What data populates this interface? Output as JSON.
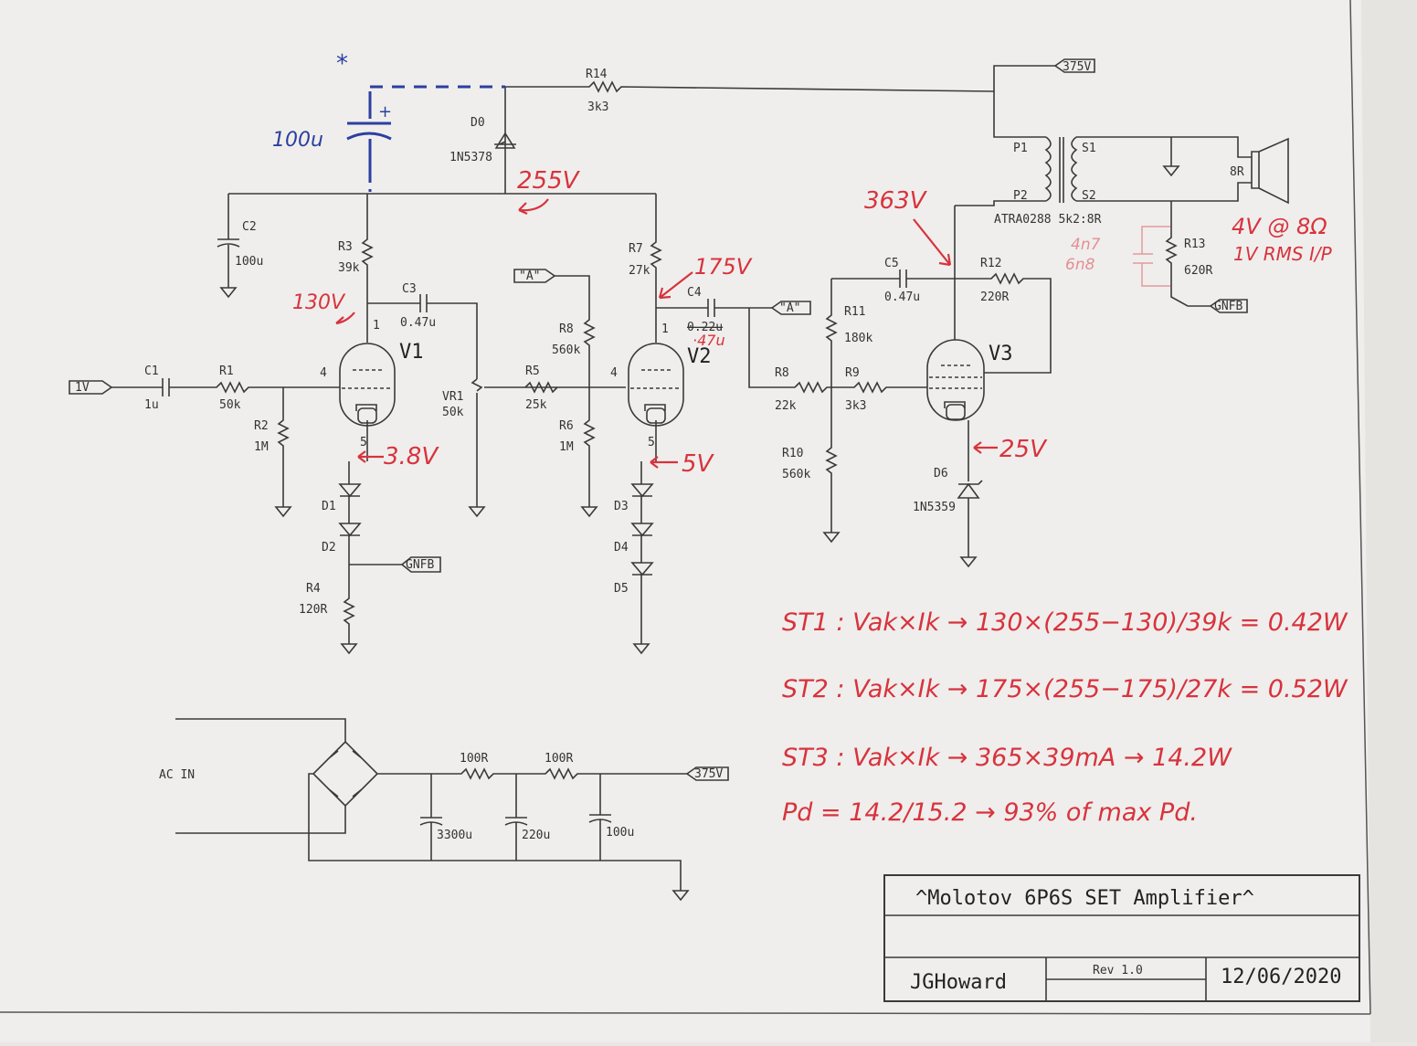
{
  "labels": {
    "r14": "R14",
    "r14v": "3k3",
    "d0": "D0",
    "d0v": "1N5378",
    "c2": "C2",
    "c2v": "100u",
    "r3": "R3",
    "r3v": "39k",
    "c3": "C3",
    "c3v": "0.47u",
    "v1": "V1",
    "v2": "V2",
    "v3": "V3",
    "c1": "C1",
    "c1v": "1u",
    "r1": "R1",
    "r1v": "50k",
    "r2": "R2",
    "r2v": "1M",
    "vr1": "VR1",
    "vr1v": "50k",
    "r5": "R5",
    "r5v": "25k",
    "r6": "R6",
    "r6v": "1M",
    "r8": "R8",
    "r8v": "560k",
    "r7": "R7",
    "r7v": "27k",
    "c4": "C4",
    "c4v": "0.22u",
    "c5": "C5",
    "c5v": "0.47u",
    "r11": "R11",
    "r11v": "180k",
    "r12": "R12",
    "r12v": "220R",
    "r8b": "R8",
    "r8bv": "22k",
    "r9": "R9",
    "r9v": "3k3",
    "r10": "R10",
    "r10v": "560k",
    "d6": "D6",
    "d6v": "1N5359",
    "r13": "R13",
    "r13v": "620R",
    "p1": "P1",
    "p2": "P2",
    "s1": "S1",
    "s2": "S2",
    "xfmr": "ATRA0288 5k2:8R",
    "spk": "8R",
    "d1": "D1",
    "d2": "D2",
    "d3": "D3",
    "d4": "D4",
    "d5": "D5",
    "r4": "R4",
    "r4v": "120R",
    "pin1": "1",
    "pin4": "4",
    "pin5": "5",
    "acin": "AC IN",
    "r100a": "100R",
    "r100b": "100R",
    "c3300": "3300u",
    "c220": "220u",
    "c100": "100u"
  },
  "ports": {
    "in": "1V",
    "a1": "\"A\"",
    "a2": "\"A\"",
    "hv1": "375V",
    "hv2": "375V",
    "gnfb1": "GNFB",
    "gnfb2": "GNFB"
  },
  "notes": {
    "v255": "255V",
    "v363": "363V",
    "v175": "175V",
    "v130": "130V",
    "v38": "3.8V",
    "v5": "5V",
    "v25": "25V",
    "out1": "4V @ 8Ω",
    "out2": "1V RMS I/P",
    "c4new": "·47u",
    "cap100u": "100u",
    "star": "*",
    "zobel1": "4n7",
    "zobel2": "6n8",
    "st1": "ST1 : Vak×Ik → 130×(255−130)/39k = 0.42W",
    "st2": "ST2 : Vak×Ik → 175×(255−175)/27k = 0.52W",
    "st3": "ST3 : Vak×Ik → 365×39mA → 14.2W",
    "pd": "Pd = 14.2/15.2 → 93% of max Pd."
  },
  "titleblock": {
    "title": "^Molotov 6P6S SET Amplifier^",
    "author": "JGHoward",
    "rev": "Rev 1.0",
    "date": "12/06/2020"
  }
}
